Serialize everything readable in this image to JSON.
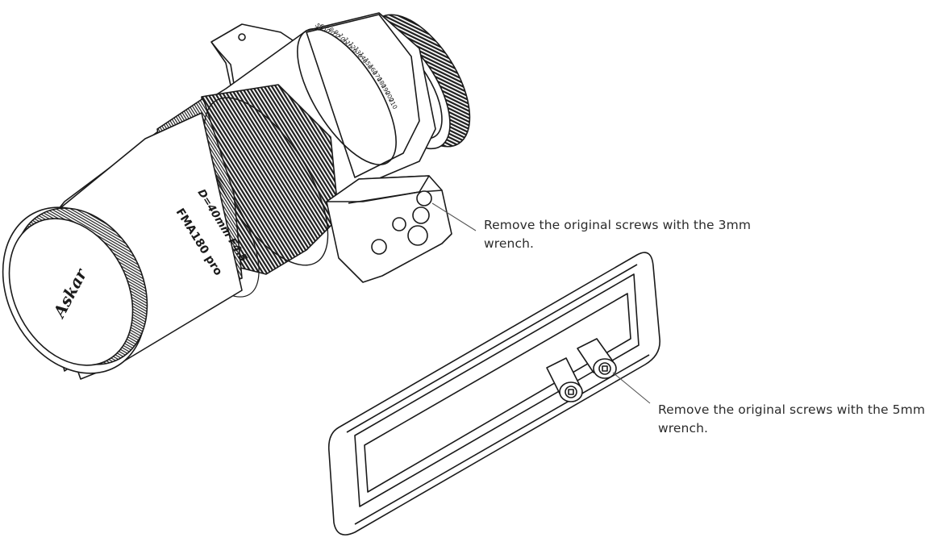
{
  "callouts": [
    {
      "line1": "Remove the original screws with the 3mm",
      "line2": "wrench."
    },
    {
      "line1": "Remove the original screws with the 5mm",
      "line2": "wrench."
    }
  ],
  "lens": {
    "brand": "Askar",
    "model": "FMA180 pro",
    "spec": "D=40mm F4.5",
    "focus_scale": [
      "50",
      "60",
      "70",
      "80",
      "90",
      "100",
      "110",
      "120",
      "130",
      "140",
      "150",
      "160",
      "170",
      "180",
      "190",
      "200",
      "210"
    ]
  },
  "colors": {
    "line": "#1a1a1a",
    "knurl": "#262626",
    "text": "#2b2b2b",
    "background": "#ffffff"
  }
}
